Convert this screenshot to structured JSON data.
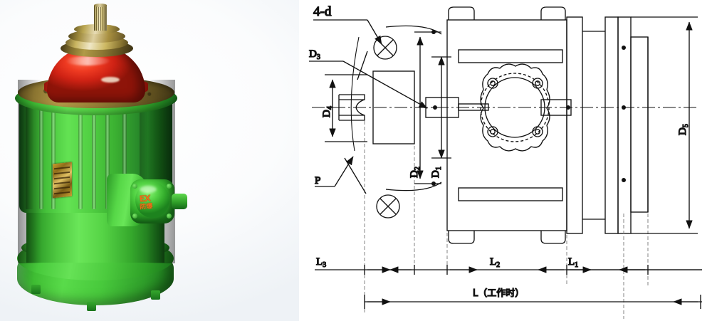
{
  "figure": {
    "title": "Explosion-proof electric actuator — product photo and dimension drawing",
    "left_panel": "product-photograph",
    "right_panel": "engineering-dimension-drawing"
  },
  "photo": {
    "subject": "explosion-proof valve actuator / gear motor",
    "parts": {
      "output_shaft": "splined output shaft",
      "bearing_cap": "brass bearing cap",
      "motor_cover": "red motor dome cover",
      "flange_plate": "bronze mounting flange plate",
      "housing": "green finned gearbox housing",
      "nameplate": "brass nameplate",
      "terminal_box": "explosion-proof terminal box",
      "base_flange": "green mounting base flange"
    },
    "terminal_box_marking": {
      "line1": "EX",
      "line2": "防爆"
    },
    "colors": {
      "body_green": "#44CC3C",
      "body_green_dark": "#176418",
      "cover_red": "#D42818",
      "brass": "#B39A48",
      "marking_orange": "#E8701A",
      "background": "#F2F5F8"
    }
  },
  "drawing": {
    "line_color": "#111111",
    "labels": {
      "holes": "4-d",
      "d1": "D",
      "d1_sub": "1",
      "d2": "D",
      "d2_sub": "2",
      "d3": "D",
      "d3_sub": "3",
      "d4": "D",
      "d4_sub": "4",
      "d5": "D",
      "d5_sub": "5",
      "pitch": "P",
      "l1": "L",
      "l1_sub": "1",
      "l2": "L",
      "l2_sub": "2",
      "l3": "L",
      "l3_sub": "3",
      "overall": "L（工作时）"
    },
    "dimension_list": [
      {
        "tag": "4-d",
        "meaning": "four mounting holes, diameter d"
      },
      {
        "tag": "D1",
        "meaning": "bolt circle diameter"
      },
      {
        "tag": "D2",
        "meaning": "spigot / register diameter"
      },
      {
        "tag": "D3",
        "meaning": "flange outer diameter"
      },
      {
        "tag": "D4",
        "meaning": "shaft / stem diameter"
      },
      {
        "tag": "D5",
        "meaning": "actuator body outer diameter"
      },
      {
        "tag": "P",
        "meaning": "stem thread pitch"
      },
      {
        "tag": "L1",
        "meaning": "body length"
      },
      {
        "tag": "L2",
        "meaning": "flange to body length"
      },
      {
        "tag": "L3",
        "meaning": "stem projection length"
      },
      {
        "tag": "L（工作时）",
        "meaning": "overall length in working position"
      }
    ]
  }
}
